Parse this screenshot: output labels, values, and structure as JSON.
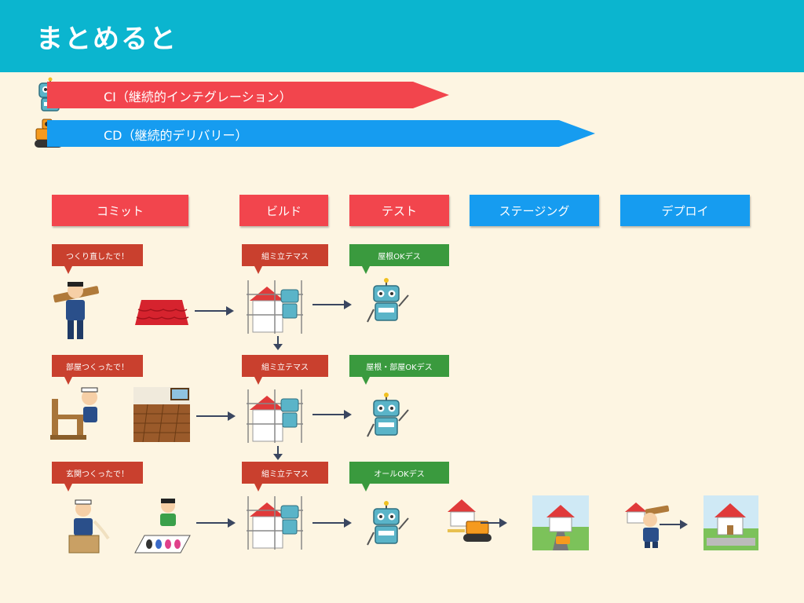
{
  "header": {
    "title": "まとめると"
  },
  "pipelines": {
    "ci": {
      "label": "CI（継続的インテグレーション）",
      "color": "#f2454d"
    },
    "cd": {
      "label": "CD（継続的デリバリー）",
      "color": "#169cf0"
    }
  },
  "stages": {
    "commit": "コミット",
    "build": "ビルド",
    "test": "テスト",
    "staging": "ステージング",
    "deploy": "デプロイ"
  },
  "bubbles": {
    "row1_commit": "つくり直したで！",
    "row1_build": "組ミ立テマス",
    "row1_test": "屋根OKデス",
    "row2_commit": "部屋つくったで！",
    "row2_build": "組ミ立テマス",
    "row2_test": "屋根・部屋OKデス",
    "row3_commit": "玄関つくったで！",
    "row3_build": "組ミ立テマス",
    "row3_test": "オールOKデス"
  },
  "colors": {
    "header": "#0bb5cf",
    "background": "#fdf5e2",
    "stage_red": "#f2454d",
    "stage_blue": "#169cf0",
    "bubble_red": "#c9402e",
    "bubble_green": "#3a9a3e"
  }
}
